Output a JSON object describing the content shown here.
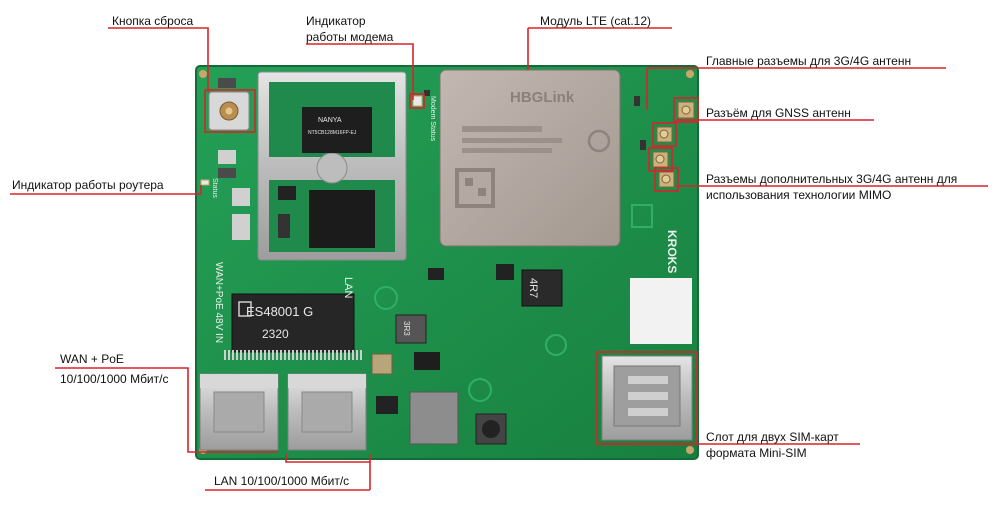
{
  "labels": {
    "reset_button": "Кнопка сброса",
    "modem_indicator_l1": "Индикатор",
    "modem_indicator_l2": "работы модема",
    "lte_module": "Модуль LTE (cat.12)",
    "main_antennas": "Главные разъемы для 3G/4G антенн",
    "gnss_antenna": "Разъём для GNSS антенн",
    "mimo_antennas_l1": "Разъемы дополнительных 3G/4G антенн для",
    "mimo_antennas_l2": "использования технологии MIMO",
    "router_indicator": "Индикатор работы роутера",
    "wan_poe_l1": "WAN + PoE",
    "wan_poe_l2": "10/100/1000 Мбит/с",
    "lan_port": "LAN 10/100/1000 Мбит/с",
    "sim_slot_l1": "Слот для двух SIM-карт",
    "sim_slot_l2": "формата Mini-SIM"
  },
  "board_markings": {
    "transformer_main": "ES48001 G",
    "transformer_sub": "2320",
    "module_brand": "HBGLink",
    "ram_chip": "NANYA",
    "ram_chip_code": "NT5CB128M16FP-EJ",
    "lan_silk": "LAN",
    "wan_silk": "WAN+PoE 48V IN",
    "brand_silk": "KROKS",
    "modem_status_silk": "Modem Status",
    "status_silk": "Status",
    "inductor_4r7": "4R7",
    "inductor_3r3": "3R3"
  },
  "colors": {
    "pcb": "#1f8f4f",
    "pcb_dark": "#177540",
    "callout": "#d8232a",
    "shield": "#c2c2c2",
    "module": "#b4a9a2"
  }
}
